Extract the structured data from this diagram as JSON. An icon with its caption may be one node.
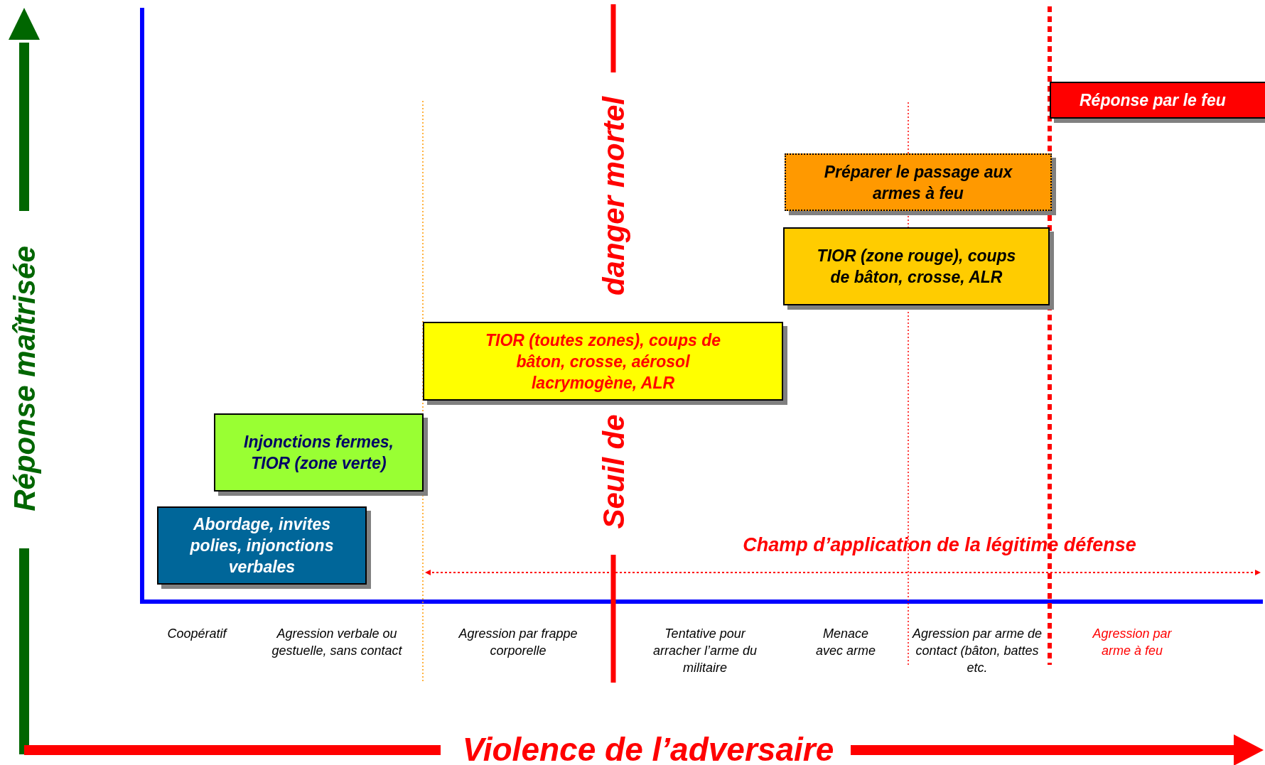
{
  "diagram": {
    "nodes": [
      {
        "text": [
          "Réponse par le feu"
        ]
      },
      {
        "text": [
          "Préparer le passage aux armes à feu"
        ]
      },
      {
        "text": [
          "TIOR (zone rouge), coups de bâton, crosse, ALR"
        ]
      },
      {
        "text": [
          "TIOR (toutes zones), coups de bâton, crosse, aérosol lacrymogène, ALR"
        ]
      },
      {
        "text": [
          "Injonctions fermes, TIOR (zone verte)"
        ]
      },
      {
        "text": [
          "Abordage, invites polies, injonctions verbales"
        ]
      }
    ],
    "labels": [
      "Réponse maîtrisée",
      "Seuil de",
      "danger mortel",
      "Champ d’application de la légitime défense",
      "Coopératif",
      "Agression verbale ou gestuelle, sans contact",
      "Agression par frappe corporelle",
      "Tentative pour arracher l’arme du militaire",
      "Menace avec arme",
      "Agression par arme de contact (bâton, battes etc.",
      "Agression par arme à feu",
      "Violence de l’adversaire"
    ]
  }
}
